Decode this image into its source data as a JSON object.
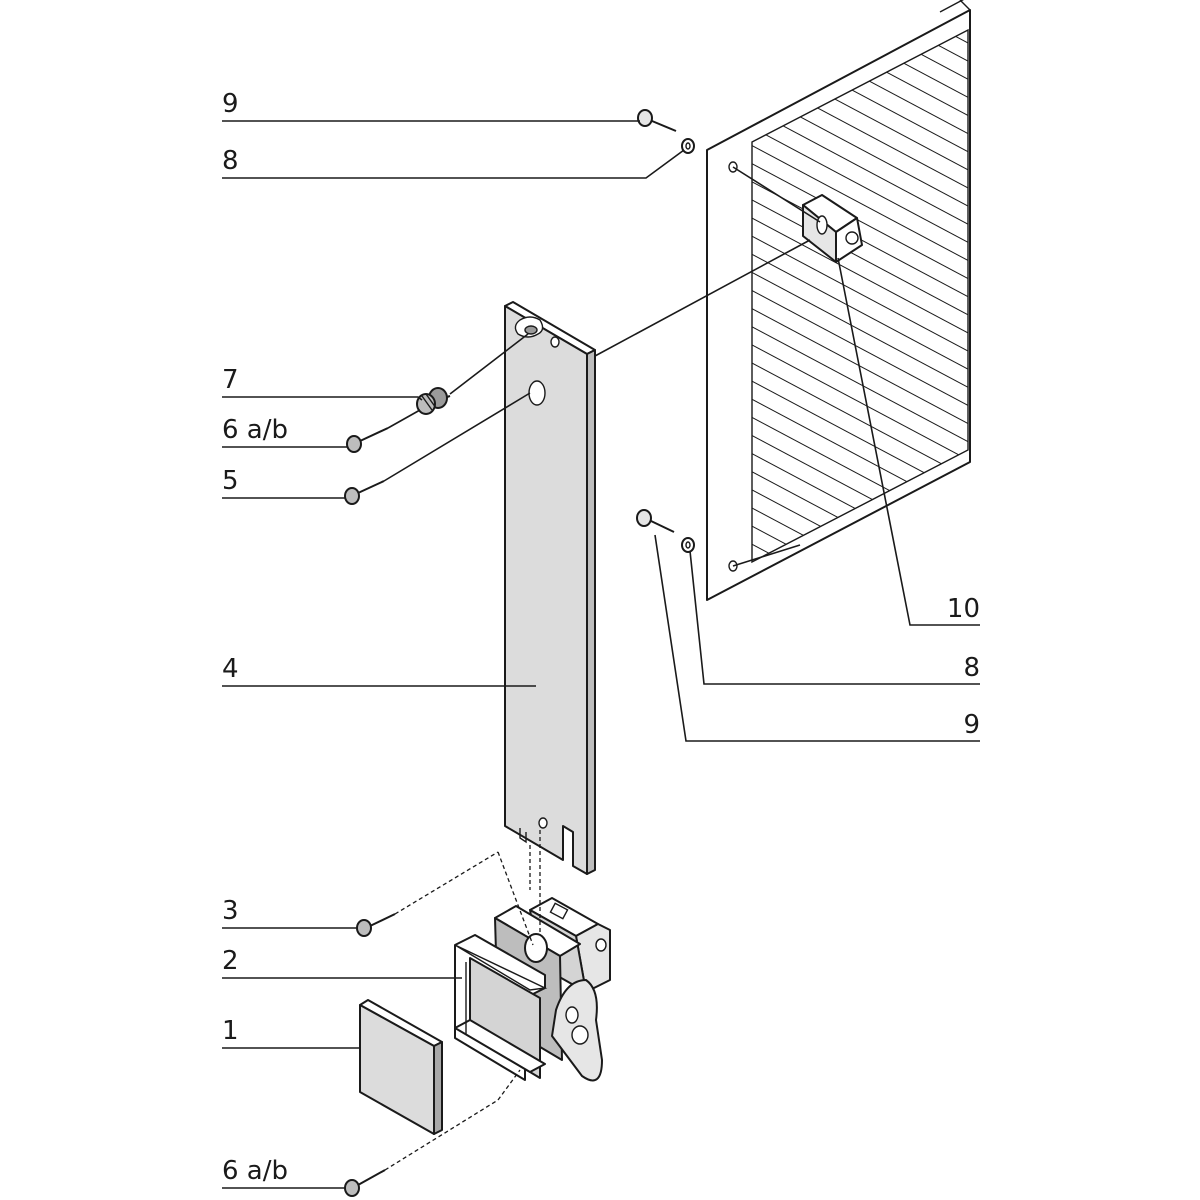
{
  "callouts": {
    "c9_top": "9",
    "c8_top": "8",
    "c7": "7",
    "c6ab_top": "6 a/b",
    "c5": "5",
    "c4": "4",
    "c3": "3",
    "c2": "2",
    "c1": "1",
    "c6ab_bottom": "6 a/b",
    "c10": "10",
    "c8_right": "8",
    "c9_right": "9"
  },
  "colors": {
    "line": "#1a1a1a",
    "panel_fill": "#dcdcdc",
    "part_fill": "#e6e6e6",
    "background": "#ffffff"
  }
}
